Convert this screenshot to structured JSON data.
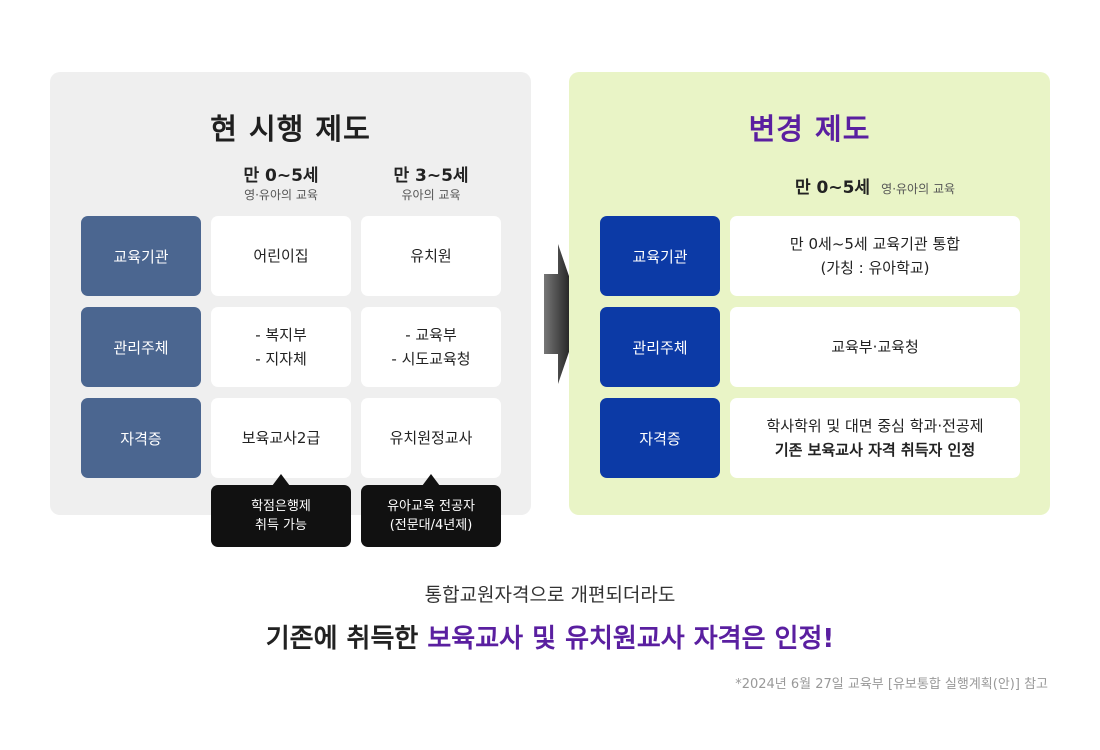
{
  "current": {
    "title": "현 시행 제도",
    "columns": [
      {
        "age": "만 0~5세",
        "sub": "영·유아의 교육"
      },
      {
        "age": "만 3~5세",
        "sub": "유아의 교육"
      }
    ],
    "rows": [
      {
        "label": "교육기관",
        "cells": [
          [
            "어린이집"
          ],
          [
            "유치원"
          ]
        ]
      },
      {
        "label": "관리주체",
        "cells": [
          [
            "- 복지부",
            "- 지자체"
          ],
          [
            "- 교육부",
            "- 시도교육청"
          ]
        ]
      },
      {
        "label": "자격증",
        "cells": [
          [
            "보육교사2급"
          ],
          [
            "유치원정교사"
          ]
        ]
      }
    ],
    "notes": [
      [
        "학점은행제",
        "취득 가능"
      ],
      [
        "유아교육 전공자",
        "(전문대/4년제)"
      ]
    ]
  },
  "changed": {
    "title": "변경 제도",
    "column": {
      "age": "만 0~5세",
      "sub": "영·유아의 교육"
    },
    "rows": [
      {
        "label": "교육기관",
        "lines": [
          "만 0세~5세 교육기관 통합",
          "(가칭 : 유아학교)"
        ]
      },
      {
        "label": "관리주체",
        "lines": [
          "교육부·교육청"
        ]
      },
      {
        "label": "자격증",
        "lines": [
          "학사학위 및 대면 중심 학과·전공제",
          "기존 보육교사 자격 취득자 인정"
        ]
      }
    ]
  },
  "footer": {
    "line1": "통합교원자격으로 개편되더라도",
    "line2_prefix": "기존에 취득한 ",
    "line2_highlight": "보육교사 및 유치원교사 자격은 인정!",
    "source": "*2024년 6월 27일 교육부 [유보통합 실행계획(안)] 참고"
  },
  "colors": {
    "left_panel_bg": "#efefef",
    "right_panel_bg": "#e9f4c6",
    "left_label_bg": "#4b6690",
    "right_label_bg": "#0c3aa6",
    "accent_purple": "#5a1fa0",
    "note_bg": "#111111"
  }
}
